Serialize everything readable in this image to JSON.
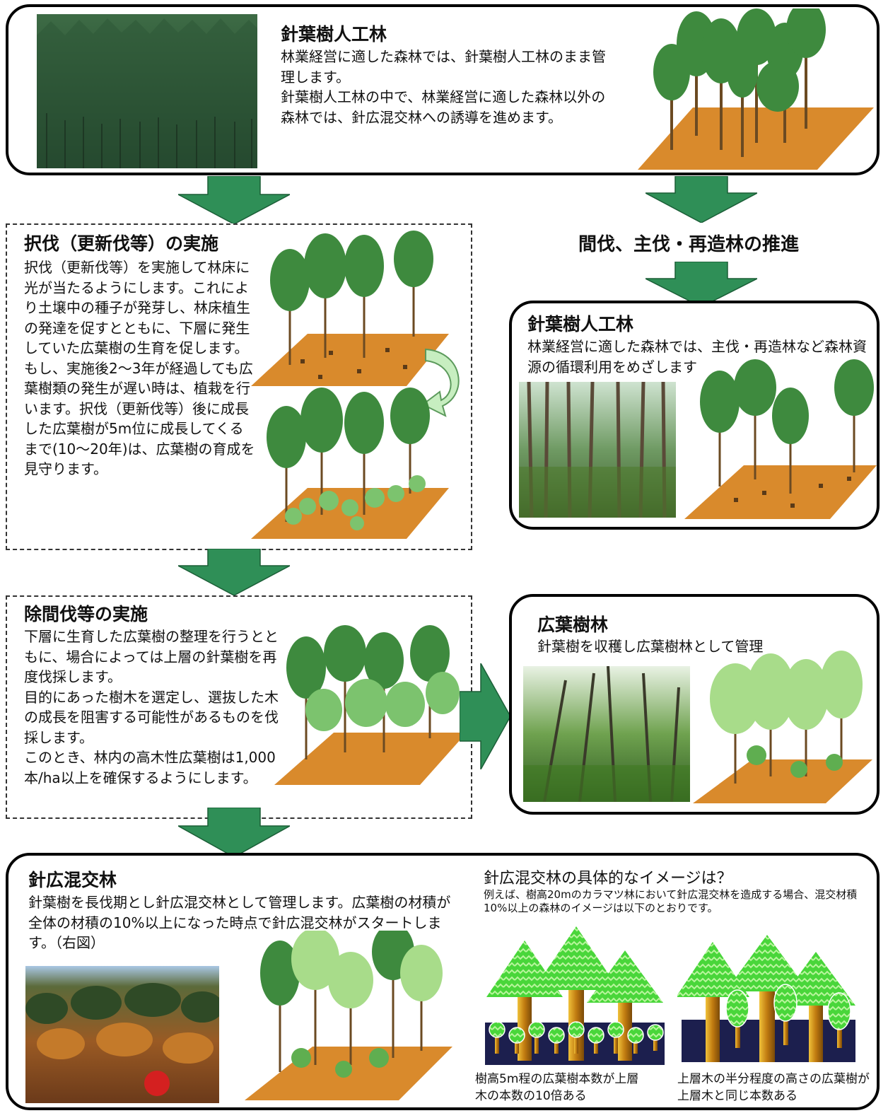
{
  "colors": {
    "arrow_green": "#2f8f57",
    "soil": "#d98a2c",
    "conifer": "#3e8a3e",
    "broadleaf": "#7cc36e",
    "zigzag_tree": "#49d63a",
    "trunk": "#c98a18",
    "navy_ground": "#1c1f4e"
  },
  "panel1": {
    "title": "針葉樹人工林",
    "text": "林業経営に適した森林では、針葉樹人工林のまま管理します。\n針葉樹人工林の中で、林業経営に適した森林以外の森林では、針広混交林への誘導を進めます。"
  },
  "flow_right": {
    "label": "間伐、主伐・再造林の推進"
  },
  "panel2": {
    "title": "択伐（更新伐等）の実施",
    "text": "択伐（更新伐等）を実施して林床に光が当たるようにします。これにより土壌中の種子が発芽し、林床植生の発達を促すとともに、下層に発生していた広葉樹の生育を促します。もし、実施後2～3年が経過しても広葉樹類の発生が遅い時は、植栽を行います。択伐（更新伐等）後に成長した広葉樹が5m位に成長してくるまで(10～20年)は、広葉樹の育成を見守ります。"
  },
  "panel3": {
    "title": "針葉樹人工林",
    "text": "林業経営に適した森林では、主伐・再造林など森林資源の循環利用をめざします"
  },
  "panel4": {
    "title": "除間伐等の実施",
    "text": "下層に生育した広葉樹の整理を行うとともに、場合によっては上層の針葉樹を再度伐採します。\n目的にあった樹木を選定し、選抜した木の成長を阻害する可能性があるものを伐採します。\nこのとき、林内の高木性広葉樹は1,000本/ha以上を確保するようにします。"
  },
  "panel5": {
    "title": "広葉樹林",
    "text": "針葉樹を収穫し広葉樹林として管理"
  },
  "panel6": {
    "title": "針広混交林",
    "text": "針葉樹を長伐期とし針広混交林として管理します。広葉樹の材積が全体の材積の10%以上になった時点で針広混交林がスタートします。（右図）",
    "image_title": "針広混交林の具体的なイメージは？",
    "image_note": "例えば、樹高20mのカラマツ林において針広混交林を造成する場合、混交材積10%以上の森林のイメージは以下のとおりです。",
    "caption_left": "樹高5m程の広葉樹本数が上層木の本数の10倍ある",
    "caption_right": "上層木の半分程度の高さの広葉樹が上層木と同じ本数ある"
  }
}
